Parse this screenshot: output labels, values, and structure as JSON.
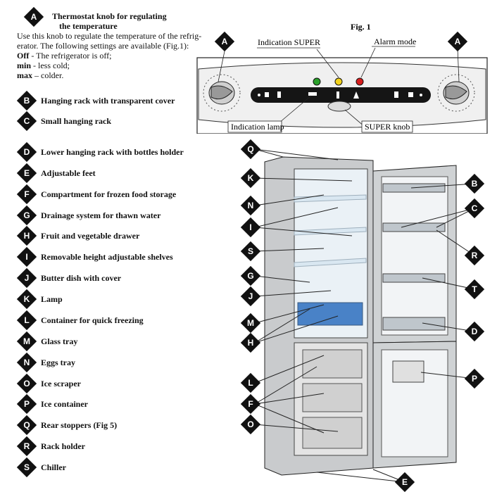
{
  "intro": {
    "badge": "A",
    "title_line1": "Thermostat knob for regulating",
    "title_line2": "the temperature",
    "line1": "Use this knob to regulate the temperature of the refrig-",
    "line2": "erator. The following settings are available (Fig.1):",
    "off_label": "Off",
    "off_text": " - The refrigerator is off;",
    "min_label": "min",
    "min_text": " - less cold;",
    "max_label": "max",
    "max_text": " – colder."
  },
  "legend": [
    {
      "letter": "B",
      "text": "Hanging rack with transparent cover"
    },
    {
      "letter": "C",
      "text": "Small hanging rack"
    },
    {
      "letter": "D",
      "text": "Lower hanging rack with bottles holder"
    },
    {
      "letter": "E",
      "text": "Adjustable feet"
    },
    {
      "letter": "F",
      "text": "Compartment for frozen food storage"
    },
    {
      "letter": "G",
      "text": "Drainage system for thawn water"
    },
    {
      "letter": "H",
      "text": "Fruit and vegetable drawer"
    },
    {
      "letter": "I",
      "text": "Removable height adjustable shelves"
    },
    {
      "letter": "J",
      "text": "Butter dish with cover"
    },
    {
      "letter": "K",
      "text": "Lamp"
    },
    {
      "letter": "L",
      "text": "Container for quick freezing"
    },
    {
      "letter": "M",
      "text": "Glass tray"
    },
    {
      "letter": "N",
      "text": "Eggs tray"
    },
    {
      "letter": "O",
      "text": "Ice scraper"
    },
    {
      "letter": "P",
      "text": "Ice container"
    },
    {
      "letter": "Q",
      "text": "Rear stoppers  (Fig 5)"
    },
    {
      "letter": "R",
      "text": "Rack holder"
    },
    {
      "letter": "S",
      "text": "Chiller"
    }
  ],
  "fig1": {
    "title": "Fig. 1",
    "indication_super": "Indication SUPER",
    "alarm_mode": "Alarm mode",
    "indication_lamp": "Indication lamp",
    "super_knob": "SUPER knob",
    "knob_badge": "A",
    "led_colors": [
      "#2aa02a",
      "#f2d21b",
      "#d81e1e"
    ]
  },
  "diagram_badges": [
    "Q",
    "K",
    "N",
    "I",
    "S",
    "G",
    "J",
    "M",
    "H",
    "L",
    "F",
    "O",
    "B",
    "C",
    "R",
    "T",
    "D",
    "P",
    "E"
  ]
}
